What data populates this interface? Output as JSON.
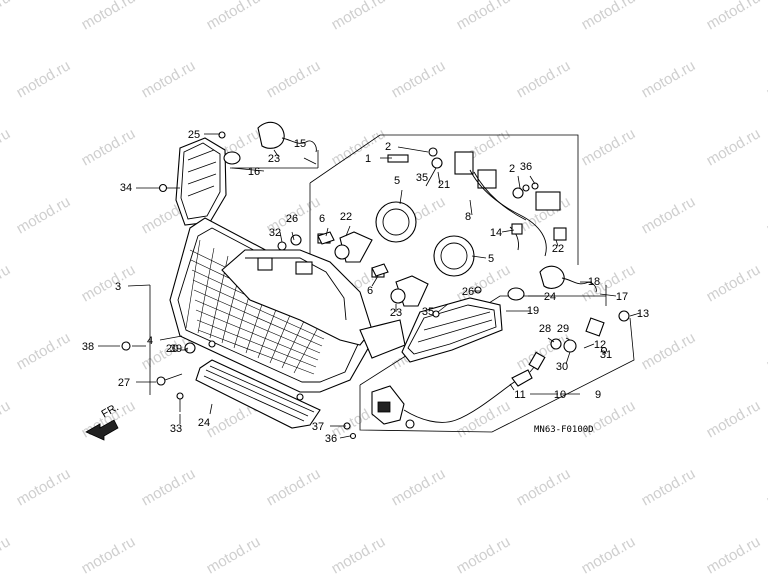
{
  "watermark": "motod.ru",
  "diagram_code": "MN63-F0100D",
  "direction_label": "FR.",
  "callouts": [
    "1",
    "2",
    "2",
    "3",
    "4",
    "5",
    "5",
    "6",
    "6",
    "8",
    "9",
    "10",
    "11",
    "12",
    "13",
    "14",
    "15",
    "16",
    "17",
    "18",
    "19",
    "20",
    "21",
    "22",
    "22",
    "23",
    "23",
    "24",
    "24",
    "25",
    "26",
    "26",
    "27",
    "28",
    "29",
    "30",
    "31",
    "32",
    "33",
    "34",
    "35",
    "35",
    "36",
    "36",
    "37",
    "38",
    "39"
  ]
}
